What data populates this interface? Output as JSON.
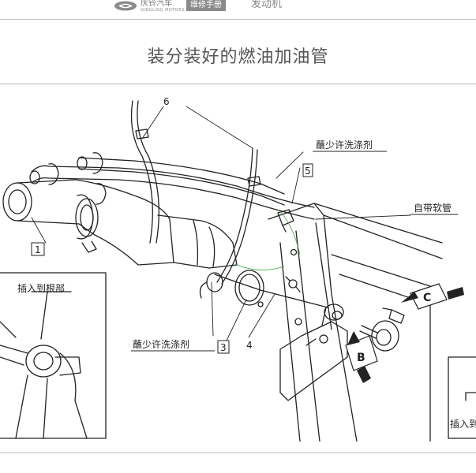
{
  "header": {
    "brand_name": "庆铃汽车",
    "brand_sub": "QINGLING MOTORS",
    "manual_badge": "维修手册",
    "section_name": "发动机"
  },
  "page": {
    "title": "装分装好的燃油加油管"
  },
  "diagram": {
    "callouts": {
      "c1": "1",
      "c3": "3",
      "c4": "4",
      "c5": "5",
      "c6": "6"
    },
    "labels": {
      "detergent_top": "蘸少许洗涤剂",
      "detergent_bottom": "蘸少许洗涤剂",
      "hose": "自带软管",
      "insert_root": "插入到根部",
      "insert_partial": "插入到",
      "arrow_b": "B",
      "arrow_c": "C"
    }
  }
}
